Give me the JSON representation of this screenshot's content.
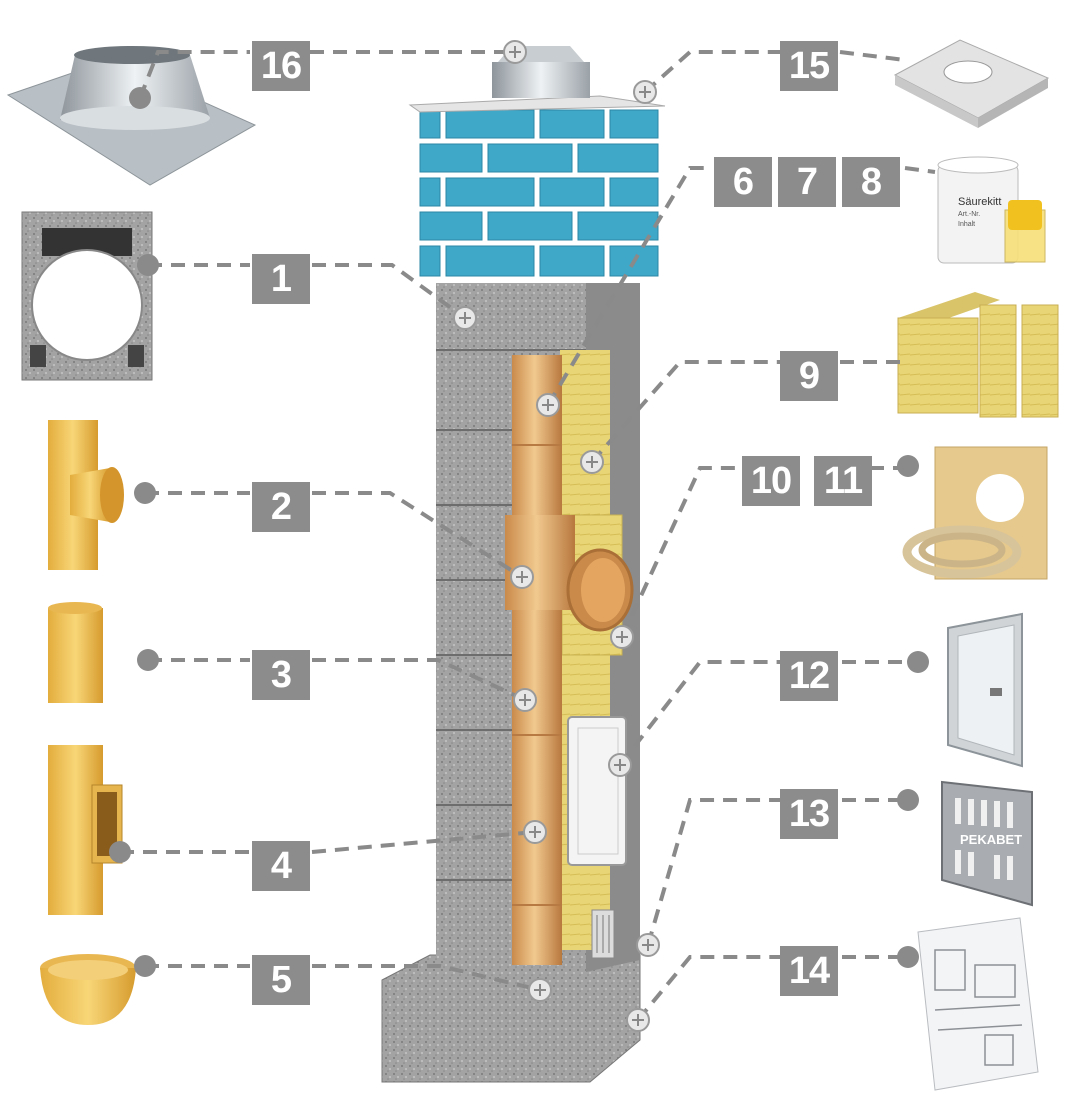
{
  "labels": {
    "n1": "1",
    "n2": "2",
    "n3": "3",
    "n4": "4",
    "n5": "5",
    "n6": "6",
    "n7": "7",
    "n8": "8",
    "n9": "9",
    "n10": "10",
    "n11": "11",
    "n12": "12",
    "n13": "13",
    "n14": "14",
    "n15": "15",
    "n16": "16"
  },
  "product_text": {
    "jar_label": "Säurekitt",
    "jar_sub": "Art.-Nr.",
    "jar_inhalt": "Inhalt",
    "grate_brand": "PEKABET"
  },
  "colors": {
    "label_bg": "#8c8c8c",
    "leader": "#8a8a8a",
    "brick_blue": "#3fa7c8",
    "concrete": "#9a9a9a",
    "ceramic": "#d9a35f",
    "mineral_wool": "#e6d27a"
  }
}
